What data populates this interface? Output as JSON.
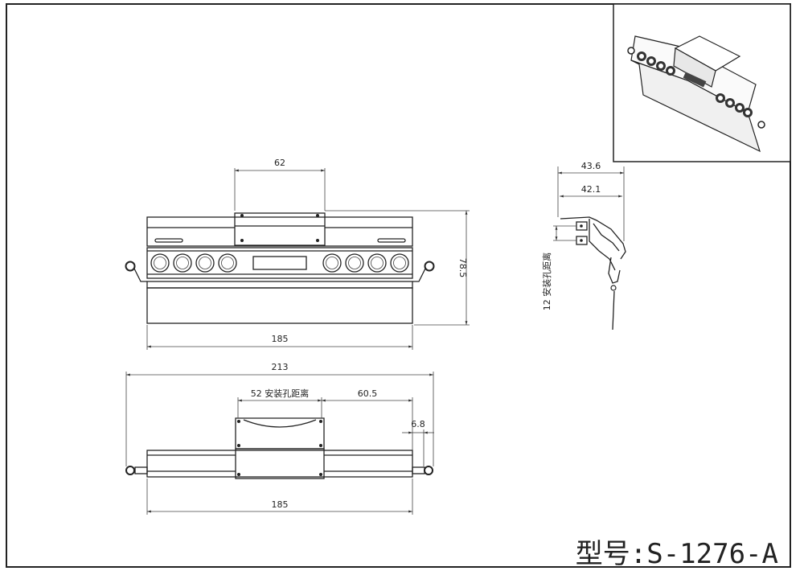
{
  "drawing": {
    "model_label": "型号:S-1276-A",
    "front_view": {
      "dim_top": "62",
      "dim_height": "78.5",
      "dim_width": "185"
    },
    "side_view": {
      "dim_outer": "43.6",
      "dim_inner": "42.1",
      "dim_hole": "12 安装孔距离"
    },
    "bottom_view": {
      "dim_total": "213",
      "dim_hole_spacing": "52 安装孔距离",
      "dim_side": "60.5",
      "dim_small": "6.8",
      "dim_width": "185"
    }
  }
}
